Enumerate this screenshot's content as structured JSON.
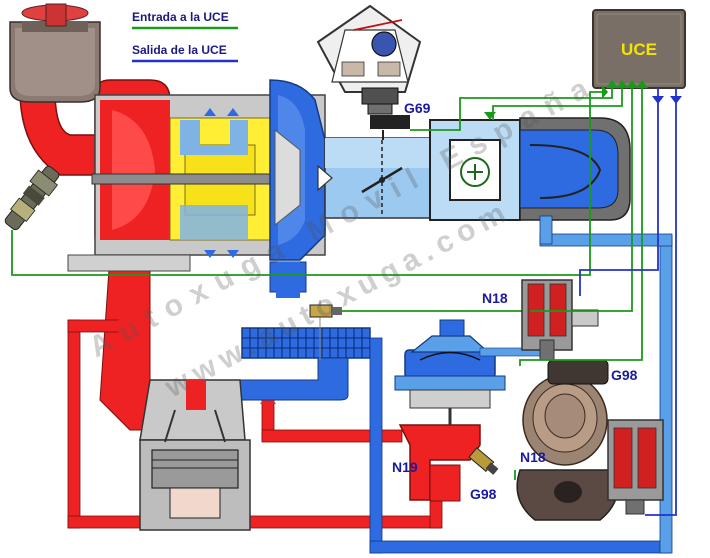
{
  "legend": {
    "input_label": "Entrada a la UCE",
    "output_label": "Salida de la UCE",
    "input_color": "#1a9a1a",
    "output_color": "#2233cc"
  },
  "components": {
    "ecu": "UCE",
    "throttle_sensor": "G69",
    "pressure_valve_top": "N18",
    "pressure_valve_bottom_left": "N19",
    "egr_sensor_bottom": "G98",
    "egr_valve_label": "N18",
    "egr_potentiometer": "G98"
  },
  "watermark": {
    "line1": "Autoxuga Movil España",
    "line2": "www.autoxuga.com"
  },
  "colors": {
    "exhaust": "#ee2222",
    "intake_cold": "#2e6be0",
    "intake_light": "#8ec4f0",
    "vacuum": "#5aa0e8",
    "ecu_box": "#7a6f66",
    "ecu_text": "#f2e600",
    "signal_in": "#1a9a1a",
    "signal_out": "#2233cc",
    "label_text": "#1a1aa0"
  },
  "icons": [
    "ecu-module-icon",
    "turbocharger-icon",
    "engine-piston-icon",
    "egr-valve-icon",
    "lambda-sensor-icon",
    "intercooler-icon",
    "throttle-position-sensor-icon",
    "solenoid-valve-icon",
    "temperature-sensor-icon"
  ]
}
